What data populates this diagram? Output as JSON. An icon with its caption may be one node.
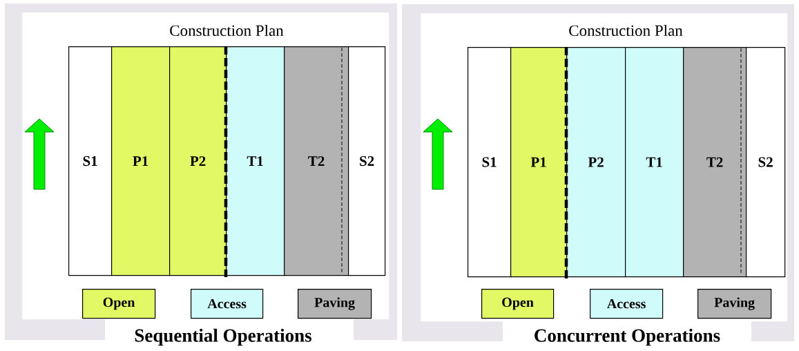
{
  "diagram": {
    "nodes": [
      {
        "text": [
          "Construction Plan"
        ]
      },
      {
        "text": [
          "S1"
        ],
        "in": 0
      },
      {
        "text": [
          "P1"
        ],
        "in": 0
      },
      {
        "text": [
          "P2"
        ],
        "in": 0
      },
      {
        "text": [
          "T1"
        ],
        "in": 0
      },
      {
        "text": [
          "T2"
        ],
        "in": 0
      },
      {
        "text": [
          "S2"
        ],
        "in": 0
      },
      {
        "text": [
          "Construction Plan"
        ]
      },
      {
        "text": [
          "S1"
        ],
        "in": 7
      },
      {
        "text": [
          "P1"
        ],
        "in": 7
      },
      {
        "text": [
          "P2"
        ],
        "in": 7
      },
      {
        "text": [
          "T1"
        ],
        "in": 7
      },
      {
        "text": [
          "T2"
        ],
        "in": 7
      },
      {
        "text": [
          "S2"
        ],
        "in": 7
      }
    ],
    "labels": [
      "Sequential Operations",
      "Concurrent Operations"
    ],
    "legend": [
      {
        "text": "Open",
        "color": "#e2f965"
      },
      {
        "text": "Access",
        "color": "#d0fbfb"
      },
      {
        "text": "Paving",
        "color": "#b3b3b3"
      },
      {
        "text": "Open",
        "color": "#e2f965"
      },
      {
        "text": "Access",
        "color": "#d0fbfb"
      },
      {
        "text": "Paving",
        "color": "#b3b3b3"
      }
    ]
  }
}
